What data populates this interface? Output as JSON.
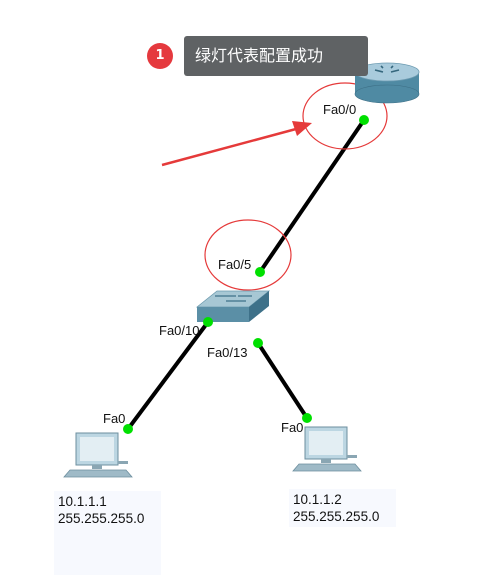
{
  "callout": {
    "step_number": "1",
    "text": "绿灯代表配置成功"
  },
  "devices": {
    "router": {
      "port_label": "Fa0/0"
    },
    "switch": {
      "uplink_label": "Fa0/5",
      "port_left_label": "Fa0/10",
      "port_right_label": "Fa0/13"
    },
    "pc1": {
      "port_label": "Fa0",
      "ip": "10.1.1.1",
      "mask": "255.255.255.0"
    },
    "pc2": {
      "port_label": "Fa0",
      "ip": "10.1.1.2",
      "mask": "255.255.255.0"
    }
  },
  "colors": {
    "link_up": "#00e000",
    "annotation_red": "#e53a3a",
    "callout_bg": "#5f6264",
    "device_blue": "#5b8fa6"
  }
}
